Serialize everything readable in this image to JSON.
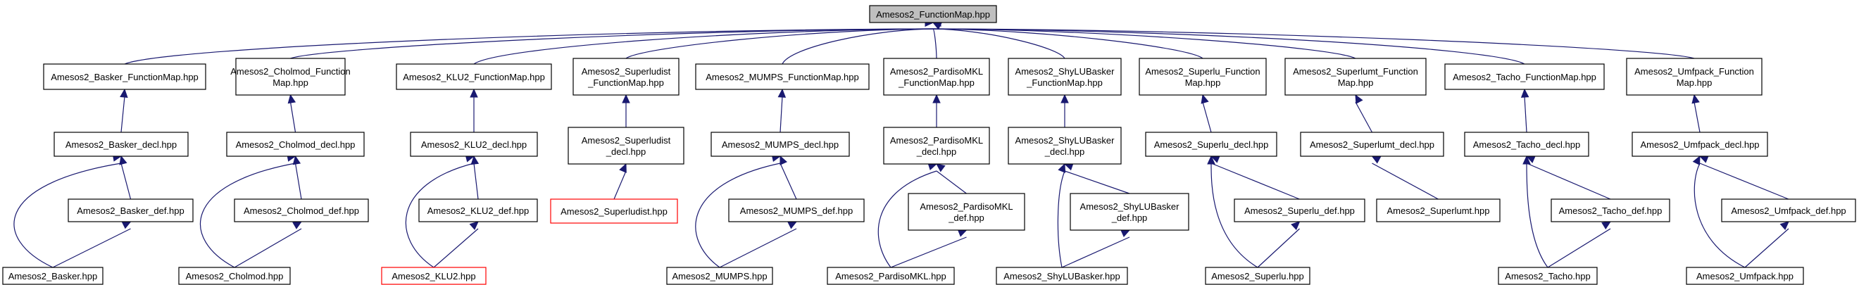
{
  "graph": {
    "colors": {
      "edge": "#191970",
      "node_border": "#000000",
      "root_fill": "#bfbfbf",
      "missing_border": "#ff0000"
    },
    "root": "Amesos2_FunctionMap.hpp",
    "nodes": {
      "root": [
        "Amesos2_FunctionMap.hpp"
      ],
      "basker_fm": [
        "Amesos2_Basker_FunctionMap.hpp"
      ],
      "cholmod_fm": [
        "Amesos2_Cholmod_Function",
        "Map.hpp"
      ],
      "klu2_fm": [
        "Amesos2_KLU2_FunctionMap.hpp"
      ],
      "superludist_fm": [
        "Amesos2_Superludist",
        "_FunctionMap.hpp"
      ],
      "mumps_fm": [
        "Amesos2_MUMPS_FunctionMap.hpp"
      ],
      "pardiso_fm": [
        "Amesos2_PardisoMKL",
        "_FunctionMap.hpp"
      ],
      "shylu_fm": [
        "Amesos2_ShyLUBasker",
        "_FunctionMap.hpp"
      ],
      "superlu_fm": [
        "Amesos2_Superlu_Function",
        "Map.hpp"
      ],
      "superlumt_fm": [
        "Amesos2_Superlumt_Function",
        "Map.hpp"
      ],
      "tacho_fm": [
        "Amesos2_Tacho_FunctionMap.hpp"
      ],
      "umfpack_fm": [
        "Amesos2_Umfpack_Function",
        "Map.hpp"
      ],
      "basker_decl": [
        "Amesos2_Basker_decl.hpp"
      ],
      "cholmod_decl": [
        "Amesos2_Cholmod_decl.hpp"
      ],
      "klu2_decl": [
        "Amesos2_KLU2_decl.hpp"
      ],
      "superludist_decl": [
        "Amesos2_Superludist",
        "_decl.hpp"
      ],
      "mumps_decl": [
        "Amesos2_MUMPS_decl.hpp"
      ],
      "pardiso_decl": [
        "Amesos2_PardisoMKL",
        "_decl.hpp"
      ],
      "shylu_decl": [
        "Amesos2_ShyLUBasker",
        "_decl.hpp"
      ],
      "superlu_decl": [
        "Amesos2_Superlu_decl.hpp"
      ],
      "superlumt_decl": [
        "Amesos2_Superlumt_decl.hpp"
      ],
      "tacho_decl": [
        "Amesos2_Tacho_decl.hpp"
      ],
      "umfpack_decl": [
        "Amesos2_Umfpack_decl.hpp"
      ],
      "basker_def": [
        "Amesos2_Basker_def.hpp"
      ],
      "cholmod_def": [
        "Amesos2_Cholmod_def.hpp"
      ],
      "klu2_def": [
        "Amesos2_KLU2_def.hpp"
      ],
      "superludist_hpp": [
        "Amesos2_Superludist.hpp"
      ],
      "mumps_def": [
        "Amesos2_MUMPS_def.hpp"
      ],
      "pardiso_def": [
        "Amesos2_PardisoMKL",
        "_def.hpp"
      ],
      "shylu_def": [
        "Amesos2_ShyLUBasker",
        "_def.hpp"
      ],
      "superlu_def": [
        "Amesos2_Superlu_def.hpp"
      ],
      "superlumt_hpp": [
        "Amesos2_Superlumt.hpp"
      ],
      "tacho_def": [
        "Amesos2_Tacho_def.hpp"
      ],
      "umfpack_def": [
        "Amesos2_Umfpack_def.hpp"
      ],
      "basker_hpp": [
        "Amesos2_Basker.hpp"
      ],
      "cholmod_hpp": [
        "Amesos2_Cholmod.hpp"
      ],
      "klu2_hpp": [
        "Amesos2_KLU2.hpp"
      ],
      "mumps_hpp": [
        "Amesos2_MUMPS.hpp"
      ],
      "pardiso_hpp": [
        "Amesos2_PardisoMKL.hpp"
      ],
      "shylu_hpp": [
        "Amesos2_ShyLUBasker.hpp"
      ],
      "superlu_hpp": [
        "Amesos2_Superlu.hpp"
      ],
      "tacho_hpp": [
        "Amesos2_Tacho.hpp"
      ],
      "umfpack_hpp": [
        "Amesos2_Umfpack.hpp"
      ]
    },
    "missing_nodes": [
      "superludist_hpp",
      "klu2_hpp"
    ],
    "edges": [
      [
        "root",
        "basker_fm"
      ],
      [
        "root",
        "cholmod_fm"
      ],
      [
        "root",
        "klu2_fm"
      ],
      [
        "root",
        "superludist_fm"
      ],
      [
        "root",
        "mumps_fm"
      ],
      [
        "root",
        "pardiso_fm"
      ],
      [
        "root",
        "shylu_fm"
      ],
      [
        "root",
        "superlu_fm"
      ],
      [
        "root",
        "superlumt_fm"
      ],
      [
        "root",
        "tacho_fm"
      ],
      [
        "root",
        "umfpack_fm"
      ],
      [
        "basker_fm",
        "basker_decl"
      ],
      [
        "basker_decl",
        "basker_def"
      ],
      [
        "basker_decl",
        "basker_hpp"
      ],
      [
        "basker_def",
        "basker_hpp"
      ],
      [
        "cholmod_fm",
        "cholmod_decl"
      ],
      [
        "cholmod_decl",
        "cholmod_def"
      ],
      [
        "cholmod_decl",
        "cholmod_hpp"
      ],
      [
        "cholmod_def",
        "cholmod_hpp"
      ],
      [
        "klu2_fm",
        "klu2_decl"
      ],
      [
        "klu2_decl",
        "klu2_def"
      ],
      [
        "klu2_decl",
        "klu2_hpp"
      ],
      [
        "klu2_def",
        "klu2_hpp"
      ],
      [
        "superludist_fm",
        "superludist_decl"
      ],
      [
        "superludist_decl",
        "superludist_hpp"
      ],
      [
        "mumps_fm",
        "mumps_decl"
      ],
      [
        "mumps_decl",
        "mumps_def"
      ],
      [
        "mumps_decl",
        "mumps_hpp"
      ],
      [
        "mumps_def",
        "mumps_hpp"
      ],
      [
        "pardiso_fm",
        "pardiso_decl"
      ],
      [
        "pardiso_decl",
        "pardiso_def"
      ],
      [
        "pardiso_decl",
        "pardiso_hpp"
      ],
      [
        "pardiso_def",
        "pardiso_hpp"
      ],
      [
        "shylu_fm",
        "shylu_decl"
      ],
      [
        "shylu_decl",
        "shylu_def"
      ],
      [
        "shylu_decl",
        "shylu_hpp"
      ],
      [
        "shylu_def",
        "shylu_hpp"
      ],
      [
        "superlu_fm",
        "superlu_decl"
      ],
      [
        "superlu_decl",
        "superlu_def"
      ],
      [
        "superlu_decl",
        "superlu_hpp"
      ],
      [
        "superlu_def",
        "superlu_hpp"
      ],
      [
        "superlumt_fm",
        "superlumt_decl"
      ],
      [
        "superlumt_decl",
        "superlumt_hpp"
      ],
      [
        "tacho_fm",
        "tacho_decl"
      ],
      [
        "tacho_decl",
        "tacho_def"
      ],
      [
        "tacho_decl",
        "tacho_hpp"
      ],
      [
        "tacho_def",
        "tacho_hpp"
      ],
      [
        "umfpack_fm",
        "umfpack_decl"
      ],
      [
        "umfpack_decl",
        "umfpack_def"
      ],
      [
        "umfpack_decl",
        "umfpack_hpp"
      ],
      [
        "umfpack_def",
        "umfpack_hpp"
      ]
    ]
  }
}
